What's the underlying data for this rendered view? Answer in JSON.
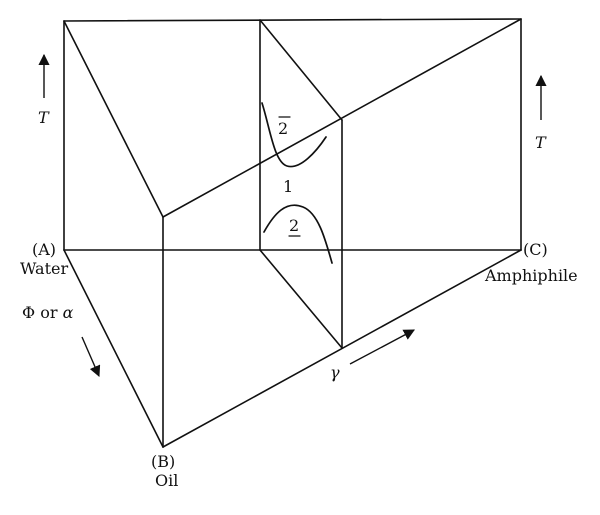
{
  "vertices": {
    "a_label": "(A)",
    "a_name": "Water",
    "b_label": "(B)",
    "b_name": "Oil",
    "c_label": "(C)",
    "c_name": "Amphiphile"
  },
  "axes": {
    "t_left": "T",
    "t_right": "T",
    "phi": "Φ or α",
    "gamma": "γ"
  },
  "regions": {
    "upper": "2",
    "middle": "1",
    "lower": "2"
  }
}
